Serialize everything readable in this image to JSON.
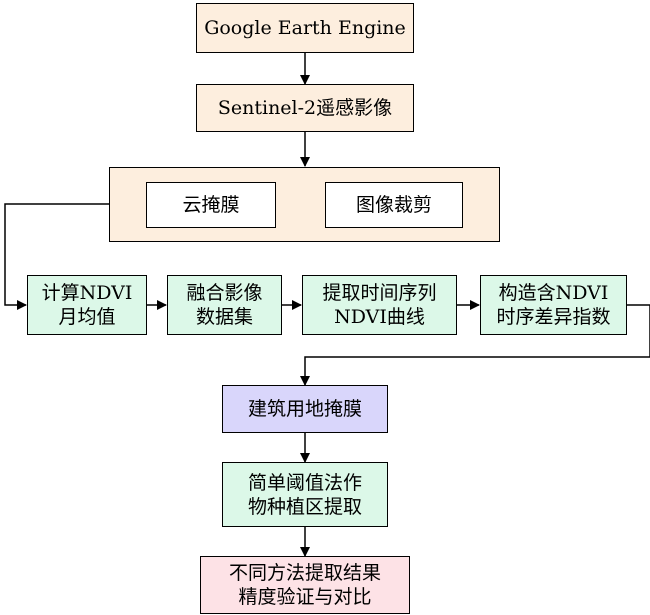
{
  "colors": {
    "peach": "#fdeede",
    "green": "#dcf8e8",
    "lavender": "#d9d6fb",
    "pink": "#fde2e6",
    "white": "#ffffff",
    "line": "#000000"
  },
  "nodes": {
    "gee": "Google Earth Engine",
    "sentinel": "Sentinel-2遥感影像",
    "cloud_mask": "云掩膜",
    "clip": "图像裁剪",
    "ndvi_monthly": "计算NDVI\n月均值",
    "fuse": "融合影像\n数据集",
    "extract_curve": "提取时间序列\nNDVI曲线",
    "build_index": "构造含NDVI\n时序差异指数",
    "building_mask": "建筑用地掩膜",
    "threshold": "简单阈值法作\n物种植区提取",
    "validate": "不同方法提取结果\n精度验证与对比"
  }
}
